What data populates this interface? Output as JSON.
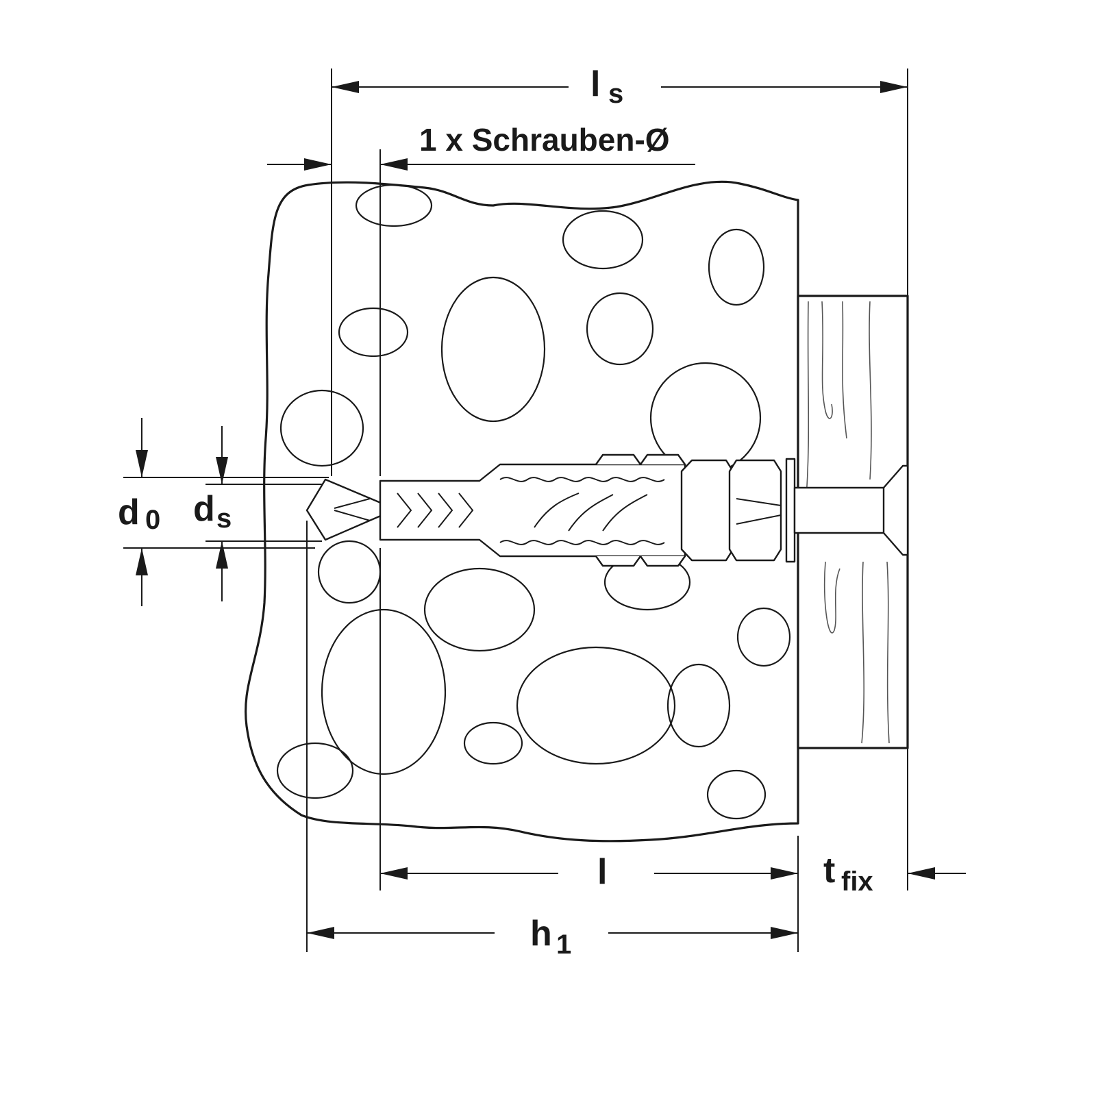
{
  "figure": {
    "labels": {
      "ls": {
        "main": "l",
        "sub": "s"
      },
      "screw_diameter_note": "1 x Schrauben-Ø",
      "d0": {
        "main": "d",
        "sub": "0"
      },
      "ds": {
        "main": "d",
        "sub": "s"
      },
      "l": {
        "main": "l"
      },
      "h1": {
        "main": "h",
        "sub": "1"
      },
      "tfix": {
        "main": "t",
        "sub": "fix"
      }
    },
    "colors": {
      "line": "#1a1a1a",
      "background": "#ffffff"
    }
  }
}
